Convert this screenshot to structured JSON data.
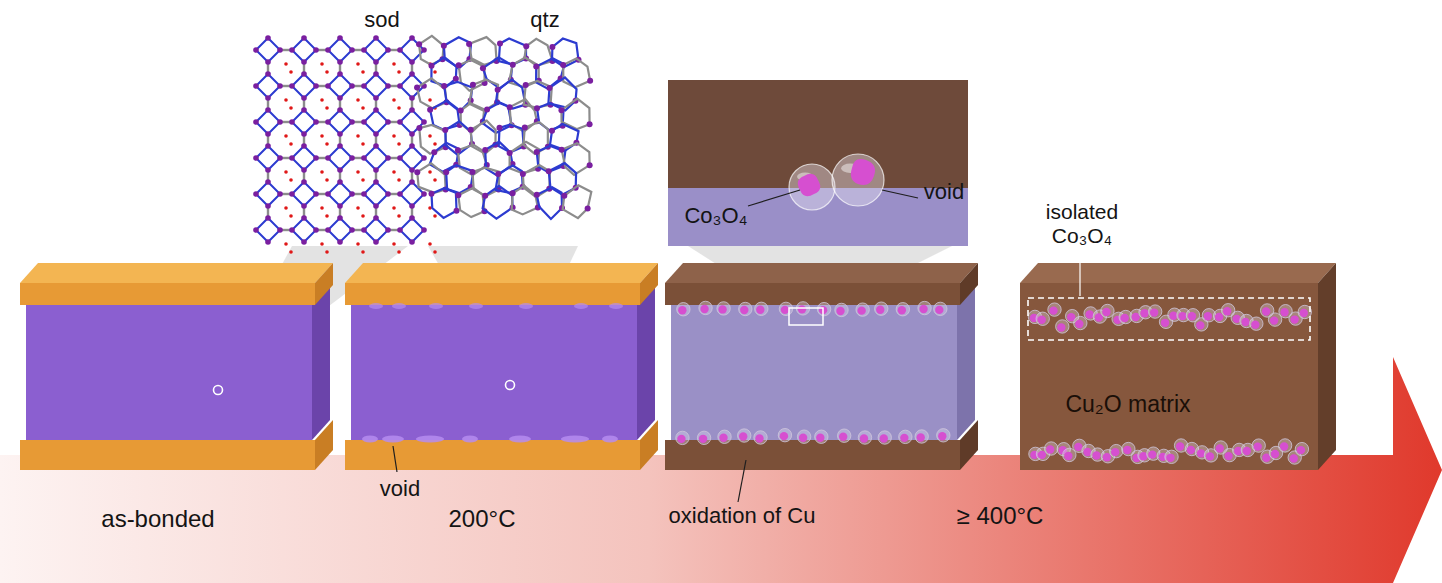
{
  "diagram": {
    "labels": [
      "sod",
      "qtz",
      "Co₃O₄",
      "void",
      "isolated Co₃O₄",
      "Cu₂O matrix",
      "as-bonded",
      "200°C",
      "void",
      "oxidation of Cu",
      "≥ 400°C"
    ]
  }
}
